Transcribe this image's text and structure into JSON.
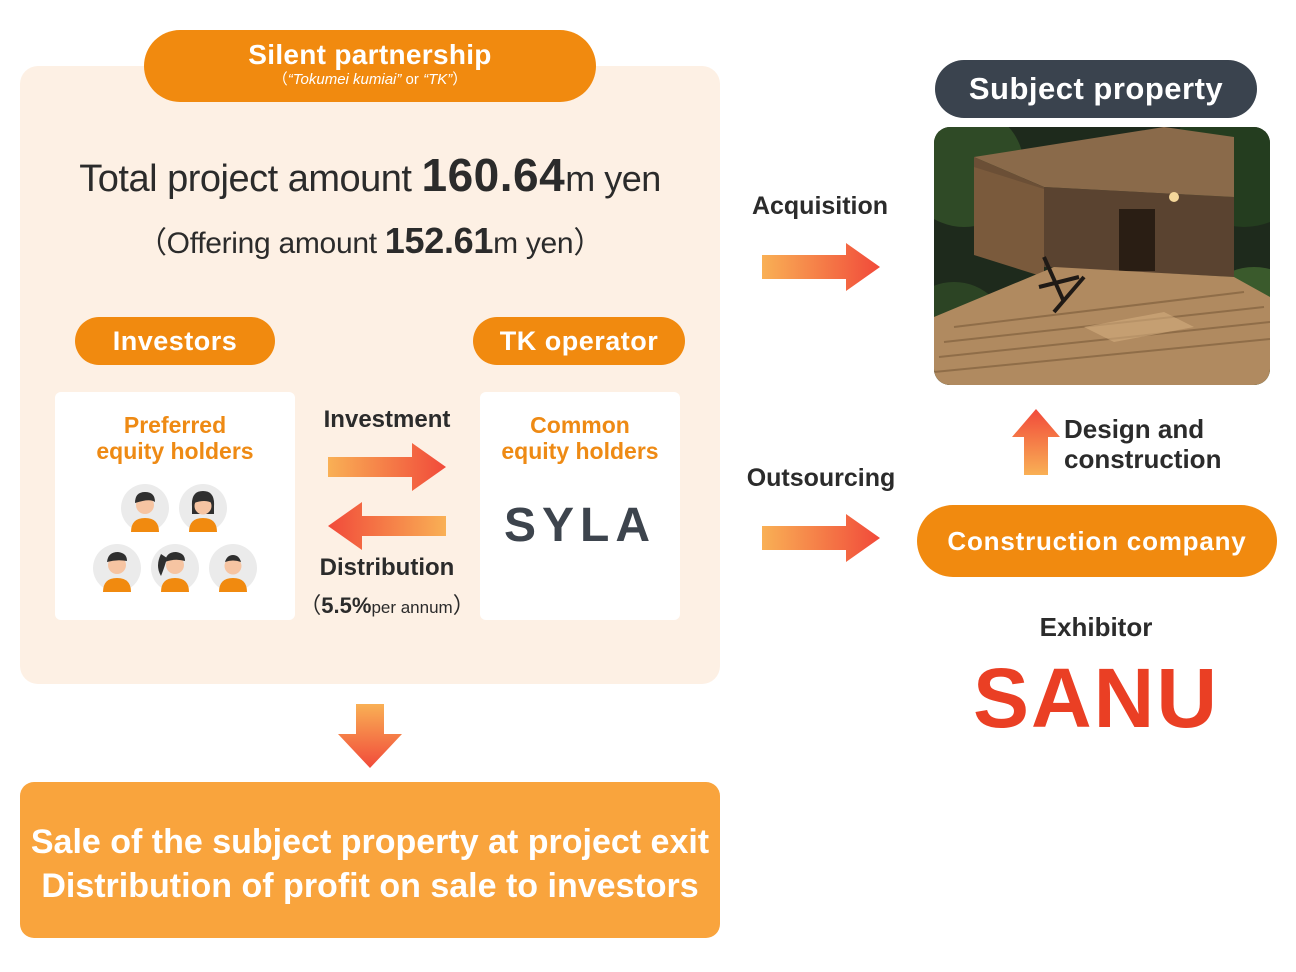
{
  "partnership": {
    "title": "Silent partnership",
    "subtitle_open": "（",
    "subtitle_q1": "“Tokumei kumiai”",
    "subtitle_or": " or ",
    "subtitle_q2": "“TK”",
    "subtitle_close": "）"
  },
  "total": {
    "label": "Total project amount",
    "value": "160.64",
    "unit": "m yen"
  },
  "offering": {
    "open": "（",
    "label": "Offering amount",
    "value": "152.61",
    "unit": "m yen",
    "close": "）"
  },
  "investors": {
    "pill": "Investors",
    "card_line1": "Preferred",
    "card_line2": "equity holders"
  },
  "operator": {
    "pill": "TK operator",
    "card_line1": "Common",
    "card_line2": "equity holders",
    "logo_text": "SYLA"
  },
  "flows": {
    "investment": "Investment",
    "distribution": "Distribution",
    "rate_open": "（",
    "rate_value": "5.5%",
    "rate_unit": "per annum",
    "rate_close": "）",
    "acquisition": "Acquisition",
    "outsourcing": "Outsourcing",
    "design_line1": "Design and",
    "design_line2": "construction"
  },
  "subject": {
    "title": "Subject property"
  },
  "construction": {
    "label": "Construction company",
    "exhibitor": "Exhibitor",
    "logo_text": "SANU"
  },
  "exit": {
    "line1": "Sale of the subject property at project exit",
    "line2": "Distribution of profit on sale to investors"
  },
  "colors": {
    "orange": "#f18a0f",
    "panel": "#fdf0e4",
    "dark_pill": "#3a434e",
    "sale_box": "#f9a43d",
    "arrow_from": "#f9b055",
    "arrow_to": "#f14a3a",
    "sanu": "#ea3f24"
  }
}
